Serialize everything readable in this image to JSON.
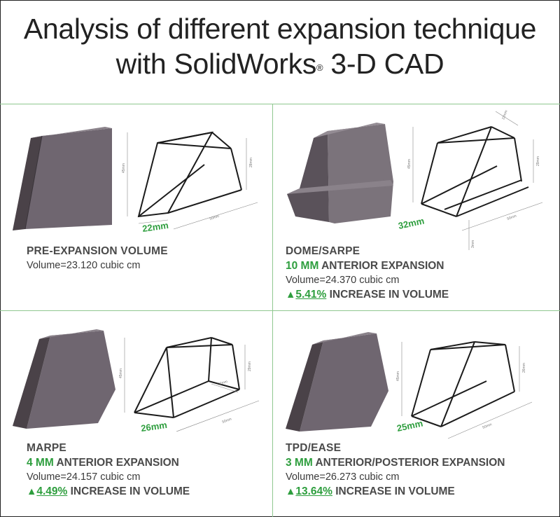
{
  "title_line1": "Analysis of different expansion technique",
  "title_line2_main": "with SolidWorks",
  "title_line2_reg": "®",
  "title_line2_end": " 3-D CAD",
  "arrow_glyph": "▲",
  "panels": [
    {
      "heading": "PRE-EXPANSION VOLUME",
      "volume": "Volume=23.120 cubic cm",
      "width_label": "22mm",
      "dims": {
        "height": "45mm",
        "back_height": "28mm",
        "length": "50mm"
      }
    },
    {
      "heading": "DOME/SARPE",
      "expansion_value": "10 MM",
      "expansion_text": " ANTERIOR EXPANSION",
      "volume": "Volume=24.370 cubic cm",
      "increase_pct": "5.41%",
      "increase_text": " INCREASE IN VOLUME",
      "width_label": "32mm",
      "dims": {
        "height": "45mm",
        "back_height": "29mm",
        "top": "22mm",
        "length": "50mm",
        "base": "3mm"
      }
    },
    {
      "heading": "MARPE",
      "expansion_value": "4 MM",
      "expansion_text": " ANTERIOR EXPANSION",
      "volume": "Volume=24.157 cubic cm",
      "increase_pct": "4.49%",
      "increase_text": " INCREASE IN VOLUME",
      "width_label": "26mm",
      "dims": {
        "height": "45mm",
        "back_height": "29mm",
        "back_width": "22mm",
        "length": "50mm"
      }
    },
    {
      "heading": "TPD/EASE",
      "expansion_value": "3 MM",
      "expansion_text": " ANTERIOR/POSTERIOR EXPANSION",
      "volume": "Volume=26.273 cubic cm",
      "increase_pct": "13.64%",
      "increase_text": " INCREASE IN VOLUME",
      "width_label": "25mm",
      "dims": {
        "height": "45mm",
        "back_height": "26mm",
        "length": "50mm"
      }
    }
  ]
}
